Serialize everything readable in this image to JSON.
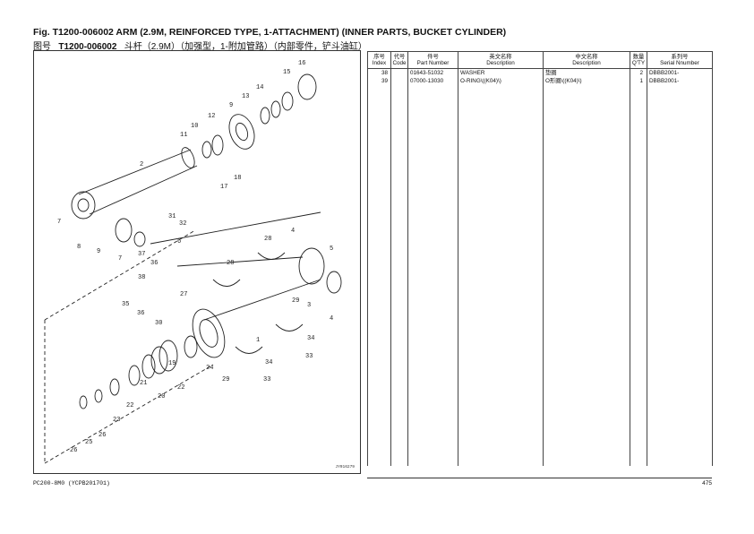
{
  "header": {
    "title_en": "Fig.   T1200-006002   ARM (2.9M, REINFORCED TYPE, 1-ATTACHMENT) (INNER PARTS, BUCKET CYLINDER)",
    "title_cn_label": "图号",
    "title_cn_code": "T1200-006002",
    "title_cn_desc": "斗杆（2.9M）（加强型，1-附加管路）（内部零件，铲斗油缸）"
  },
  "diagram": {
    "code": "JY016279",
    "callouts": [
      "1",
      "2",
      "3",
      "4",
      "5",
      "6",
      "7",
      "8",
      "9",
      "10",
      "11",
      "12",
      "13",
      "14",
      "15",
      "16",
      "17",
      "18",
      "19",
      "20",
      "21",
      "22",
      "23",
      "24",
      "25",
      "26",
      "27",
      "28",
      "29",
      "30",
      "31",
      "32",
      "33",
      "34",
      "35",
      "36",
      "37"
    ]
  },
  "table": {
    "headers": [
      {
        "cn": "序号",
        "en": "Index"
      },
      {
        "cn": "代号",
        "en": "Code"
      },
      {
        "cn": "件号",
        "en": "Part Number"
      },
      {
        "cn": "英文名称",
        "en": "Description"
      },
      {
        "cn": "中文名称",
        "en": "Description"
      },
      {
        "cn": "数量",
        "en": "Q'TY"
      },
      {
        "cn": "系列号",
        "en": "Serial Nnumber"
      }
    ],
    "rows": [
      {
        "index": "38",
        "code": "",
        "part_number": "01643-51032",
        "desc_en": "WASHER",
        "desc_cn": "垫圈",
        "qty": "2",
        "serial": "DBBB2001-"
      },
      {
        "index": "39",
        "code": "",
        "part_number": "07000-13030",
        "desc_en": "O-RING\\((K04)\\)",
        "desc_cn": "O形圈\\((K04)\\)",
        "qty": "1",
        "serial": "DBBB2001-"
      }
    ]
  },
  "footer": {
    "model": "PC200-8M0 (YCPB201701)",
    "page": "475"
  }
}
